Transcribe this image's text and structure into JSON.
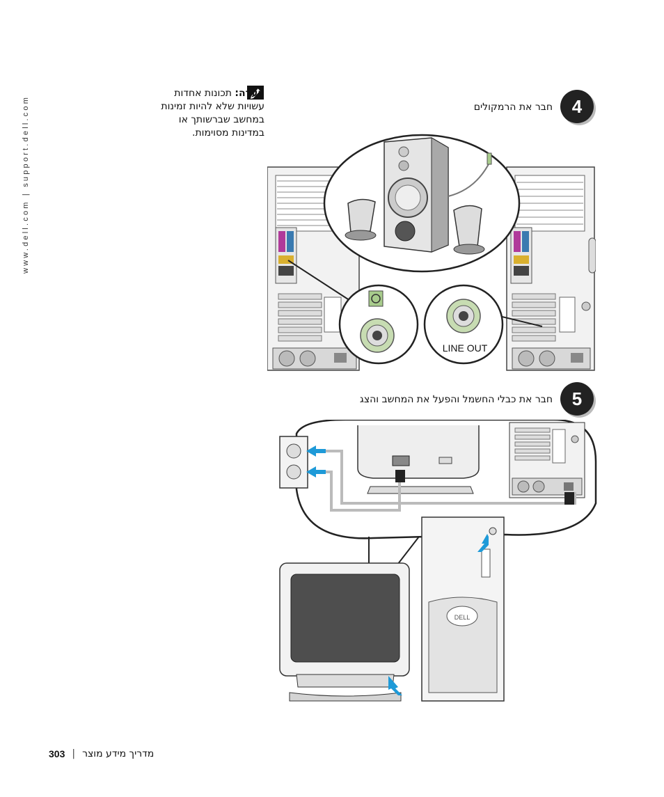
{
  "sidebar": {
    "url": "www.dell.com | support.dell.com"
  },
  "note": {
    "label": "הערה:",
    "lines": [
      "תכונות אחדות",
      "עשויות שלא להיות זמינות",
      "במחשב שברשותך או",
      "במדינות מסוימות."
    ]
  },
  "steps": [
    {
      "number": "4",
      "text": "חבר את הרמקולים"
    },
    {
      "number": "5",
      "text": "חבר את כבלי החשמל והפעל את המחשב והצג"
    }
  ],
  "illustration": {
    "line_out_label": "LINE OUT",
    "brand_label": "DELL"
  },
  "footer": {
    "page_number": "303",
    "separator": "|",
    "title": "מדריך מידע מוצר"
  },
  "colors": {
    "arrow": "#1e9ad8",
    "port_green": "#a8cc8c",
    "badge": "#222222"
  }
}
